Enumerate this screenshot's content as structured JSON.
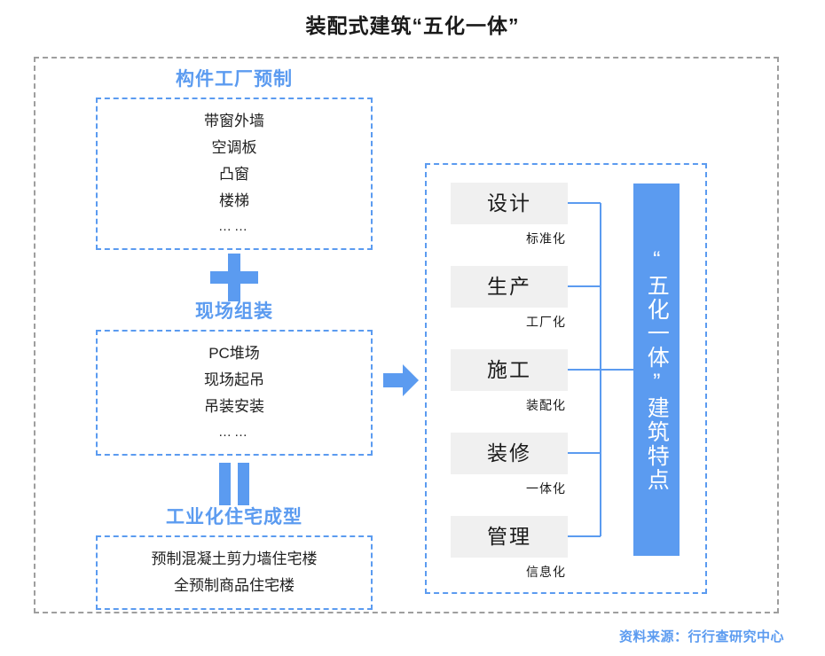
{
  "title": "装配式建筑“五化一体”",
  "left_column": {
    "stages": [
      {
        "heading": "构件工厂预制",
        "items": [
          "带窗外墙",
          "空调板",
          "凸窗",
          "楼梯",
          "……"
        ]
      },
      {
        "operator": "plus",
        "operator_symbol": "+",
        "heading": "现场组装",
        "items": [
          "PC堆场",
          "现场起吊",
          "吊装安装",
          "……"
        ]
      },
      {
        "operator": "equals",
        "operator_symbol": "=",
        "heading": "工业化住宅成型",
        "items": [
          "预制混凝土剪力墙住宅楼",
          "全预制商品住宅楼"
        ]
      }
    ]
  },
  "arrow": {
    "name": "right-arrow",
    "direction": "right",
    "color": "#5b9bf0"
  },
  "right_panel": {
    "phases": [
      {
        "box": "设计",
        "tag": "标准化"
      },
      {
        "box": "生产",
        "tag": "工厂化"
      },
      {
        "box": "施工",
        "tag": "装配化"
      },
      {
        "box": "装修",
        "tag": "一体化"
      },
      {
        "box": "管理",
        "tag": "信息化"
      }
    ],
    "summary_bar": "“五化一体”建筑特点"
  },
  "footer": {
    "source": "资料来源：行行查研究中心"
  },
  "colors": {
    "accent_blue": "#5b9bf0",
    "box_gray": "#f0f0f0",
    "frame_gray": "#9e9e9e",
    "text_dark": "#1a1a1a"
  }
}
